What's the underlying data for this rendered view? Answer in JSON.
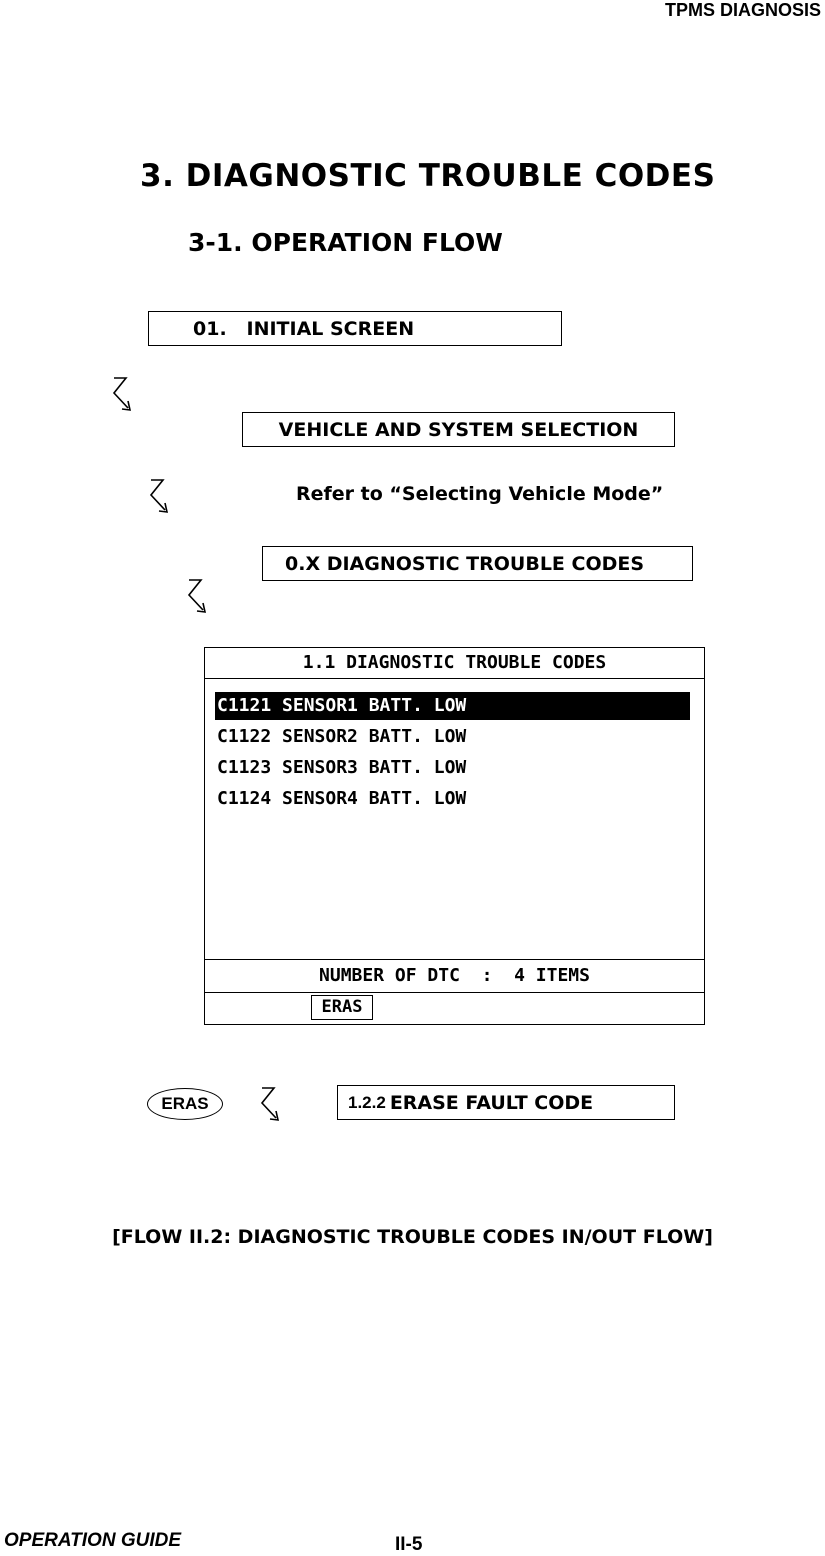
{
  "header": {
    "section_title": "TPMS DIAGNOSIS"
  },
  "headings": {
    "h1": "3. DIAGNOSTIC TROUBLE CODES",
    "h2": "3-1. OPERATION FLOW"
  },
  "flow": {
    "step1": "01.   INITIAL SCREEN",
    "step2": "VEHICLE AND SYSTEM SELECTION",
    "note": "Refer to “Selecting Vehicle Mode”",
    "step3": "0.X DIAGNOSTIC TROUBLE CODES",
    "erase_key": "ERAS",
    "erase_prefix": "1.2.2",
    "erase_label": "ERASE FAULT CODE"
  },
  "screen": {
    "title": "1.1 DIAGNOSTIC TROUBLE CODES",
    "items": [
      "C1121 SENSOR1 BATT. LOW",
      "C1122 SENSOR2 BATT. LOW",
      "C1123 SENSOR3 BATT. LOW",
      "C1124 SENSOR4 BATT. LOW"
    ],
    "selected_index": 0,
    "count_line": "NUMBER OF DTC  :  4 ITEMS",
    "button": "ERAS"
  },
  "caption": "[FLOW II.2: DIAGNOSTIC TROUBLE CODES IN/OUT FLOW]",
  "footer": {
    "left": "OPERATION GUIDE",
    "page": "II-5"
  }
}
